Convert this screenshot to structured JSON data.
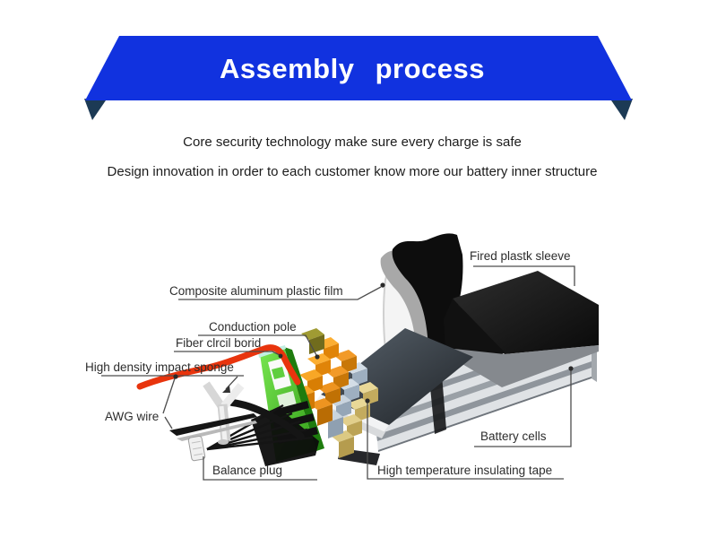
{
  "banner": {
    "title": "Assembly process",
    "color": "#1132df",
    "fold_color": "#1c3a55"
  },
  "subtitles": {
    "line1": "Core security technology make sure every charge is safe",
    "line2": "Design innovation in order to each customer know more our battery inner structure"
  },
  "diagram": {
    "labels": {
      "fired_sleeve": "Fired plastk sleeve",
      "film": "Composite aluminum plastic film",
      "conduction_pole": "Conduction pole",
      "fiber_board": "Fiber clrcil borid",
      "sponge": "High density impact sponge",
      "awg_wire": "AWG wire",
      "balance_plug": "Balance plug",
      "battery_cells": "Battery cells",
      "insulating_tape": "High temperature insulating tape"
    },
    "colors": {
      "sleeve_black": "#0d0d0d",
      "film_white": "#f4f4f4",
      "cells_silver": "#dfe2e5",
      "board_green": "#4fc92f",
      "wire_red": "#e8340d",
      "pole_orange": "#f0950f",
      "tape_khaki": "#d5c170",
      "layer_steel": "#c6d2dd",
      "label_text": "#2c2c2c"
    }
  }
}
